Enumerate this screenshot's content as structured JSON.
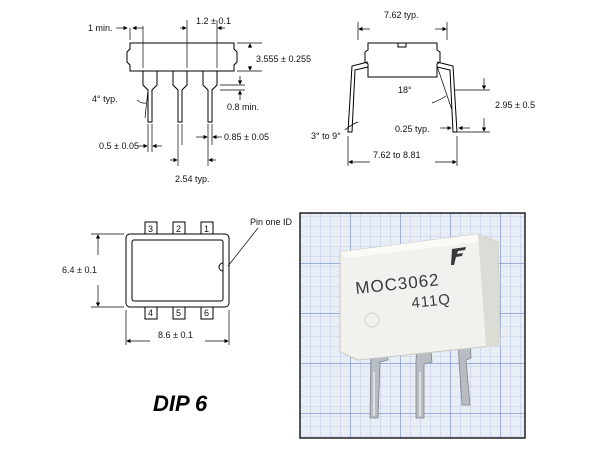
{
  "package_name": "DIP 6",
  "labels": {
    "one_min": "1 min.",
    "w_1_2": "1.2 ± 0.1",
    "h_3555": "3.555 ± 0.255",
    "angle_4": "4° typ.",
    "min_08": "0.8 min.",
    "w_05": "0.5 ± 0.05",
    "w_085": "0.85 ± 0.05",
    "pitch_254": "2.54 typ.",
    "w_762": "7.62 typ.",
    "angle_18": "18°",
    "h_295": "2.95 ± 0.5",
    "angle_3_9": "3° to 9°",
    "t_025": "0.25 typ.",
    "w_762_881": "7.62 to 8.81",
    "pin_one_id": "Pin one ID",
    "h_64": "6.4 ± 0.1",
    "w_86": "8.6 ± 0.1"
  },
  "pins": {
    "top": [
      "3",
      "2",
      "1"
    ],
    "bottom": [
      "4",
      "5",
      "6"
    ]
  },
  "photo": {
    "part_line1": "MOC3062",
    "part_line2": "411Q",
    "colors": {
      "grid_bg": "#e9edf6",
      "grid_line": "#7c94cc",
      "body": "#f1f1ee",
      "leads": "#b9bdc3"
    }
  }
}
